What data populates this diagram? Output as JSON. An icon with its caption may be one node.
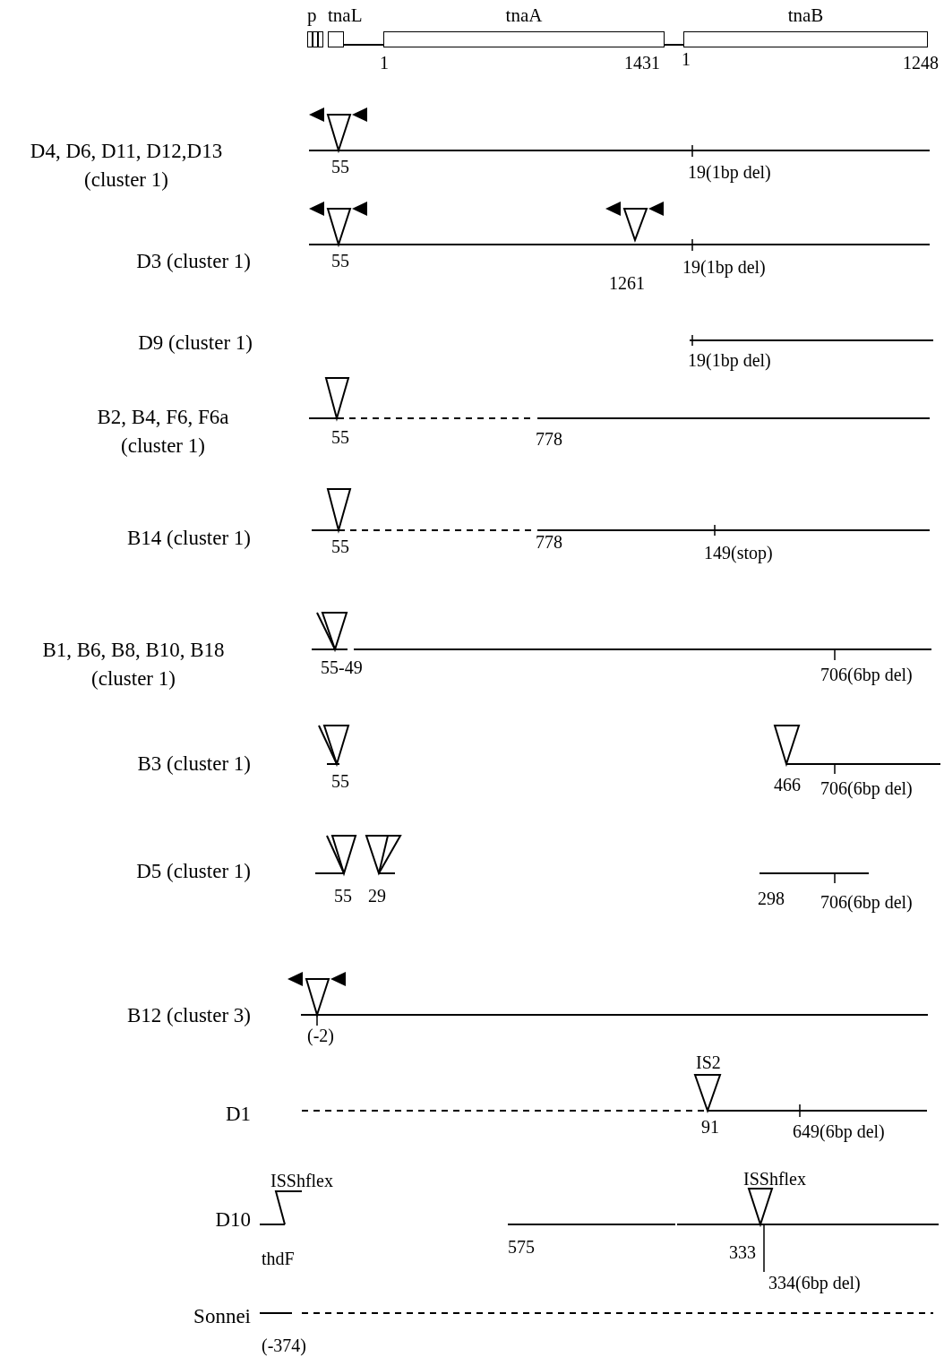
{
  "diagram": {
    "nodes": [
      {
        "text": [
          "p"
        ]
      },
      {
        "text": [
          "tnaL"
        ]
      },
      {
        "text": [
          "tnaA"
        ]
      },
      {
        "text": [
          "tnaB"
        ]
      }
    ],
    "edges": [
      {
        "from": 1,
        "to": 2,
        "arrow": "none"
      },
      {
        "from": 2,
        "to": 3,
        "arrow": "none"
      }
    ],
    "labels": [
      "1",
      "1431",
      "1",
      "1248",
      "D4, D6, D11, D12,D13 (cluster 1)",
      "55",
      "19(1bp del)",
      "D3 (cluster 1)",
      "55",
      "1261",
      "19(1bp del)",
      "D9 (cluster 1)",
      "19(1bp del)",
      "B2, B4, F6, F6a (cluster 1)",
      "55",
      "778",
      "B14 (cluster 1)",
      "55",
      "778",
      "149(stop)",
      "B1, B6, B8, B10, B18 (cluster 1)",
      "55-49",
      "706(6bp del)",
      "B3 (cluster 1)",
      "55",
      "466",
      "706(6bp del)",
      "D5 (cluster 1)",
      "55",
      "29",
      "298",
      "706(6bp del)",
      "B12 (cluster 3)",
      "(-2)",
      "IS2",
      "D1",
      "91",
      "649(6bp del)",
      "ISShflex",
      "ISShflex",
      "D10",
      "thdF",
      "575",
      "333",
      "334(6bp del)",
      "Sonnei",
      "(-374)"
    ]
  }
}
